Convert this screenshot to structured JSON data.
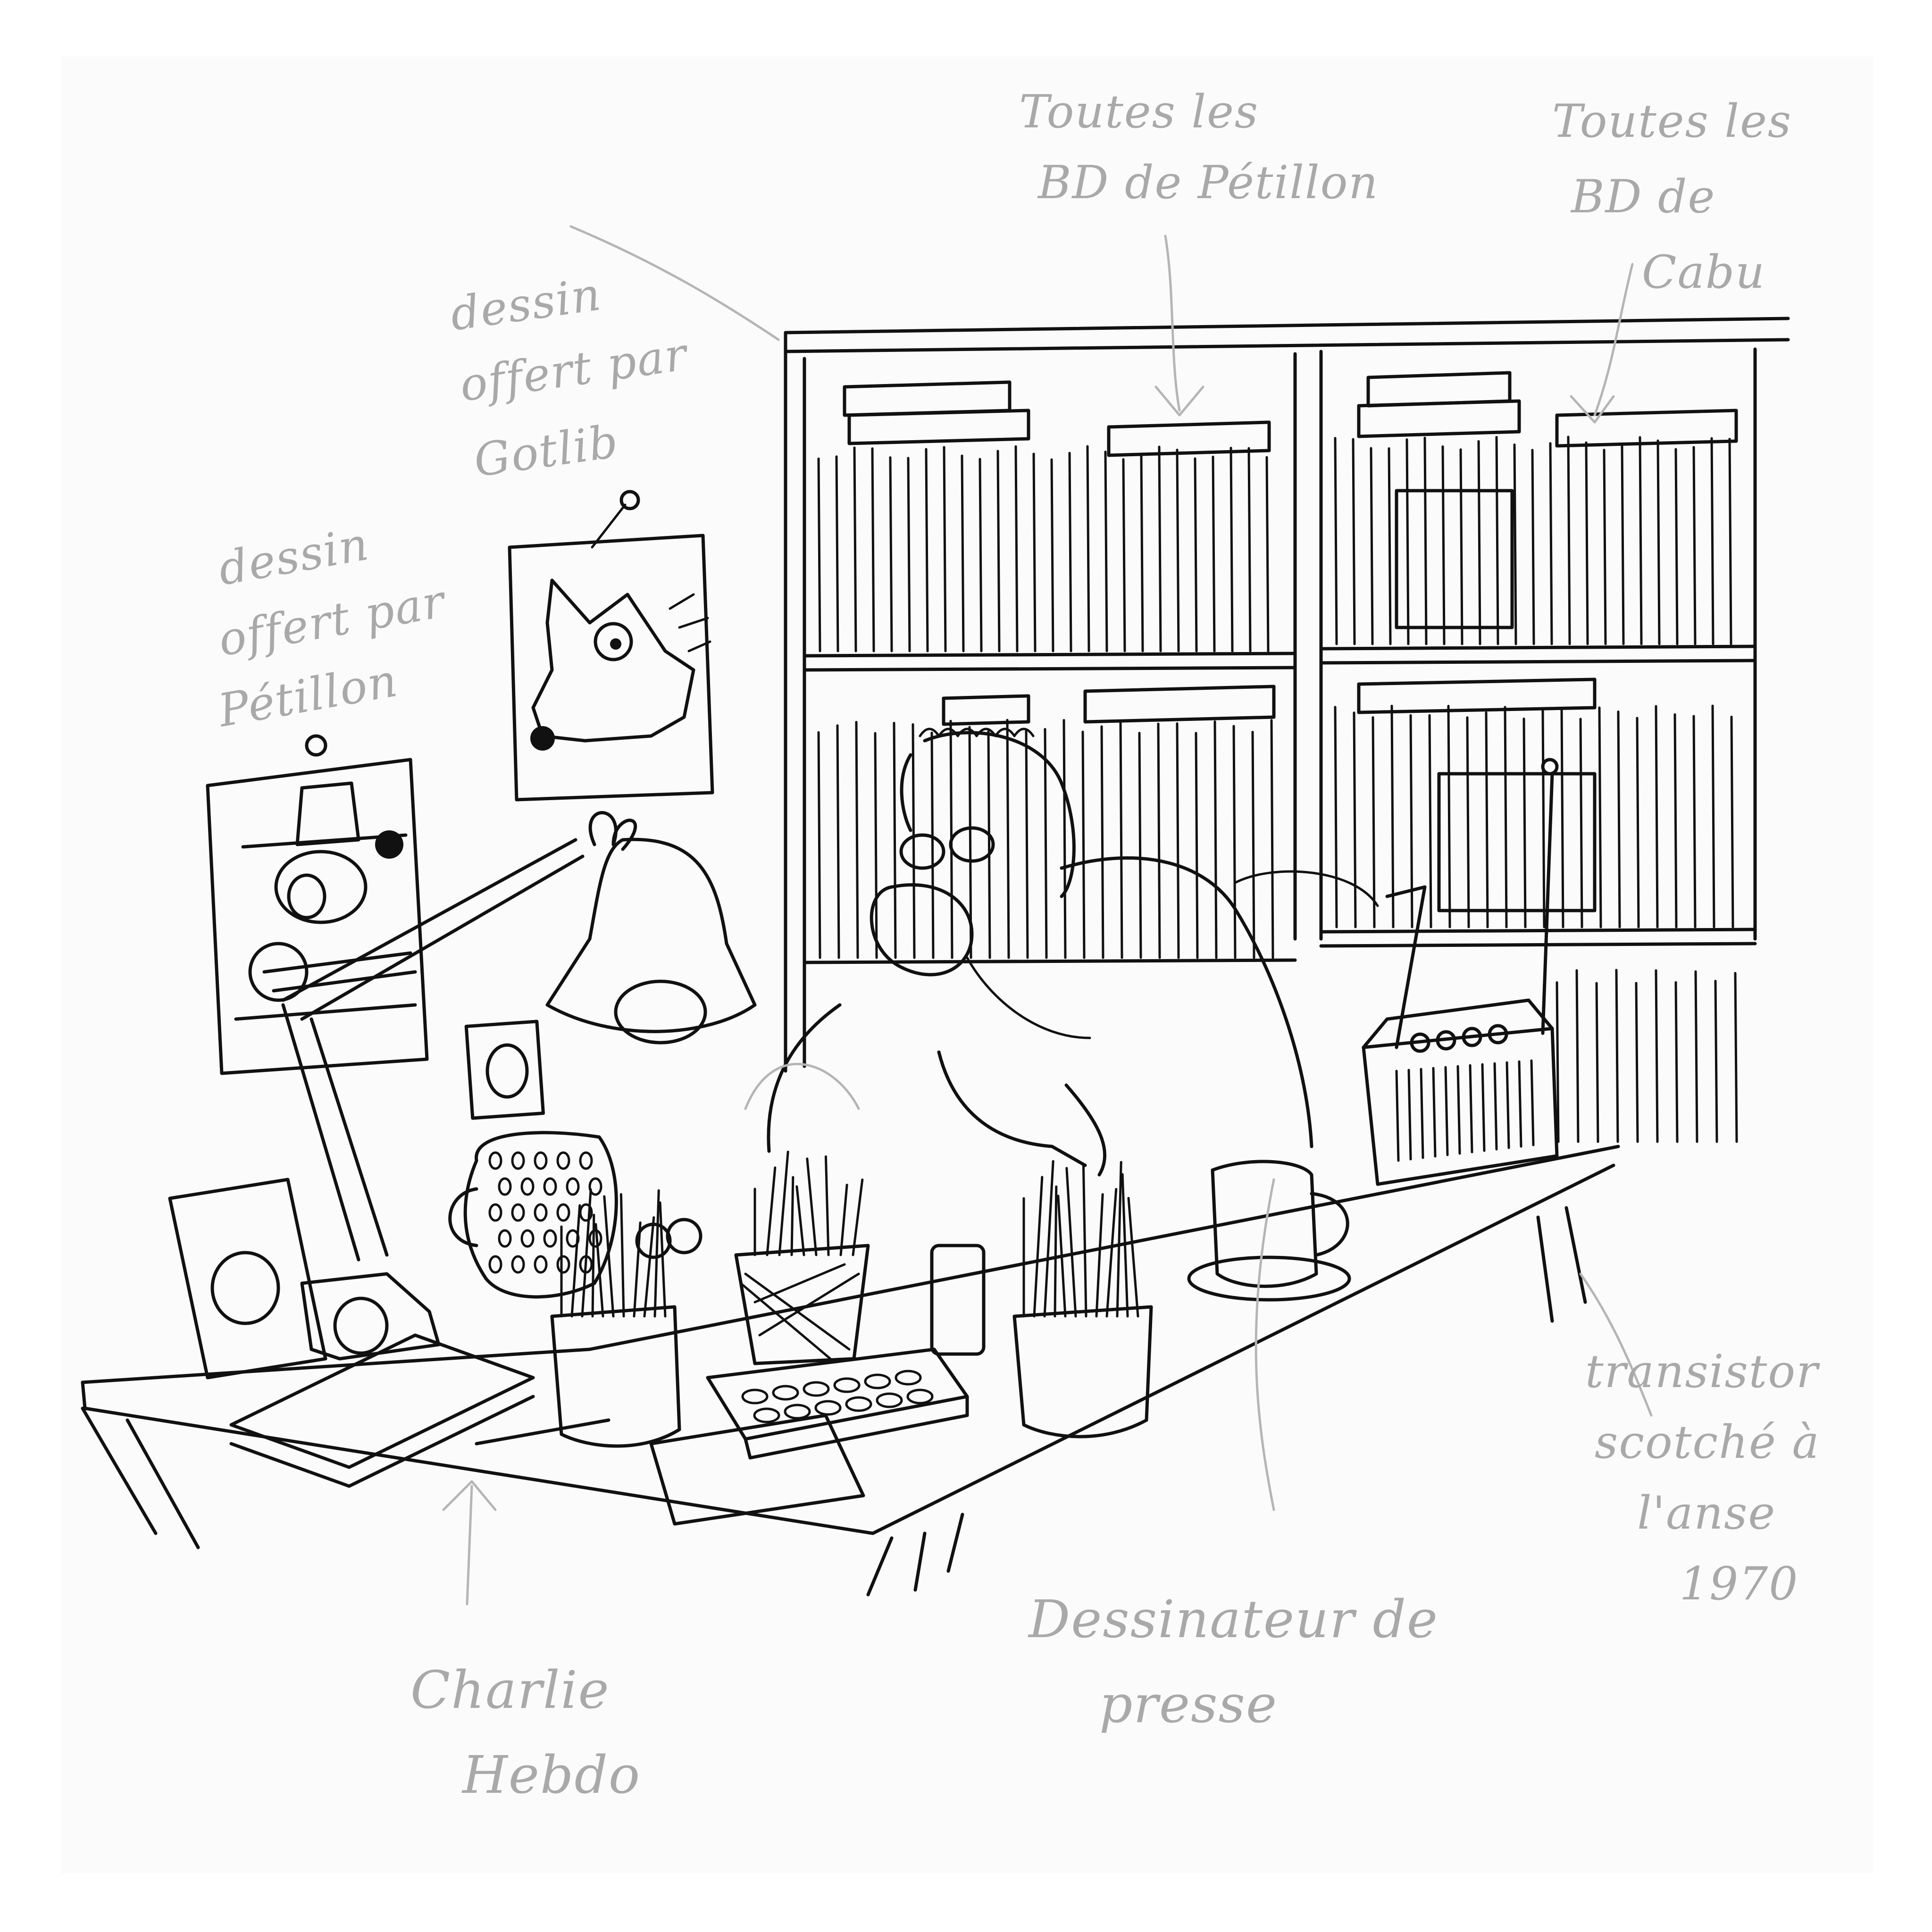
{
  "colors": {
    "paper": "#ffffff",
    "ink": "#111111",
    "pencil": "#a9a9a9"
  },
  "annotations": {
    "petillon_books": [
      "Toutes les",
      "BD de Pétillon"
    ],
    "cabu_books": [
      "Toutes les",
      "BD de",
      "Cabu"
    ],
    "drawing_gotlib": [
      "dessin",
      "offert par",
      "Gotlib"
    ],
    "drawing_petillon": [
      "dessin",
      "offert par",
      "Pétillon"
    ],
    "transistor": [
      "transistor",
      "scotché à",
      "l'anse",
      "1970"
    ],
    "cartoonist": [
      "Dessinateur de",
      "presse"
    ],
    "charlie_hebdo": [
      "Charlie",
      "Hebdo"
    ]
  }
}
